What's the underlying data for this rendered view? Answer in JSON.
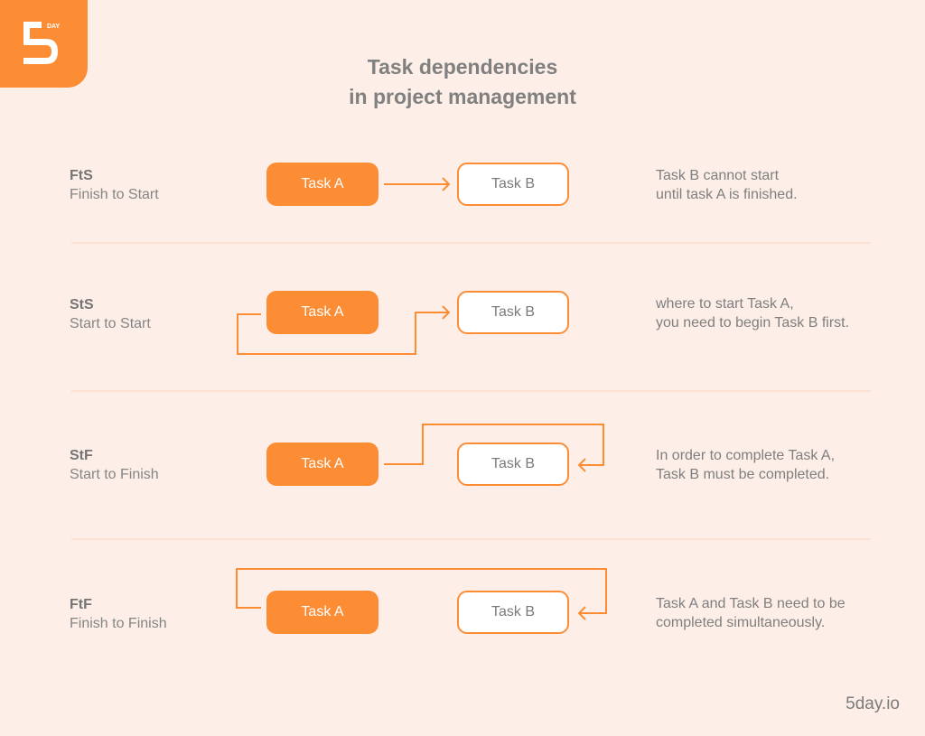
{
  "logo": {
    "brand_mark": "5",
    "brand_word": "DAY",
    "color": "#fd8d35"
  },
  "title": {
    "line1": "Task dependencies",
    "line2": "in project management"
  },
  "rows": [
    {
      "abbr": "FtS",
      "name": "Finish to Start",
      "task_a": "Task A",
      "task_b": "Task B",
      "desc_line1": "Task B cannot start",
      "desc_line2": "until task A is finished."
    },
    {
      "abbr": "StS",
      "name": "Start to Start",
      "task_a": "Task A",
      "task_b": "Task B",
      "desc_line1": "where to start Task A,",
      "desc_line2": "you need to begin Task B first."
    },
    {
      "abbr": "StF",
      "name": "Start to Finish",
      "task_a": "Task A",
      "task_b": "Task B",
      "desc_line1": "In order to complete Task A,",
      "desc_line2": "Task B must be completed."
    },
    {
      "abbr": "FtF",
      "name": "Finish to Finish",
      "task_a": "Task A",
      "task_b": "Task B",
      "desc_line1": "Task A and Task B need to be",
      "desc_line2": "completed simultaneously."
    }
  ],
  "colors": {
    "accent": "#fd8d35",
    "background": "#fdefe7",
    "text": "#7b7b7b",
    "divider": "#fbe2d3"
  },
  "footer": {
    "site": "5day.io"
  }
}
